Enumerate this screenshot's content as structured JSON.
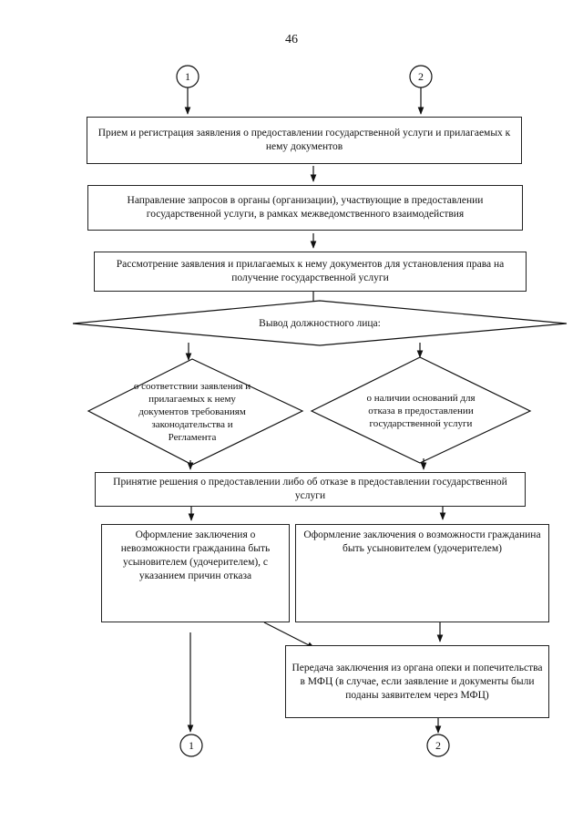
{
  "page_number": "46",
  "connectors": {
    "top_1": "1",
    "top_2": "2",
    "bottom_1": "1",
    "bottom_2": "2"
  },
  "steps": {
    "receive": "Прием и регистрация заявления о предоставлении государственной услуги и прилагаемых к нему документов",
    "requests": "Направление запросов в органы (организации), участвующие в предоставлении государственной услуги, в рамках межведомственного взаимодействия",
    "review": "Рассмотрение заявления и прилагаемых к нему документов для установления права на получение государственной услуги",
    "decision_heading": "Вывод должностного лица:",
    "compliance": "о соответствии заявления и прилагаемых к нему документов требованиям законодательства и Регламента",
    "grounds_refusal": "о наличии оснований для отказа в предоставлении государственной услуги",
    "decision": "Принятие решения о предоставлении либо об отказе в предоставлении государственной услуги",
    "conclusion_impossible": "Оформление заключения о невозможности гражданина быть усыновителем (удочерителем), с указанием причин отказа",
    "conclusion_possible": "Оформление заключения о возможности гражданина быть усыновителем (удочерителем)",
    "transfer": "Передача заключения из органа опеки и попечительства в МФЦ (в случае, если заявление и документы были поданы заявителем через МФЦ)"
  }
}
